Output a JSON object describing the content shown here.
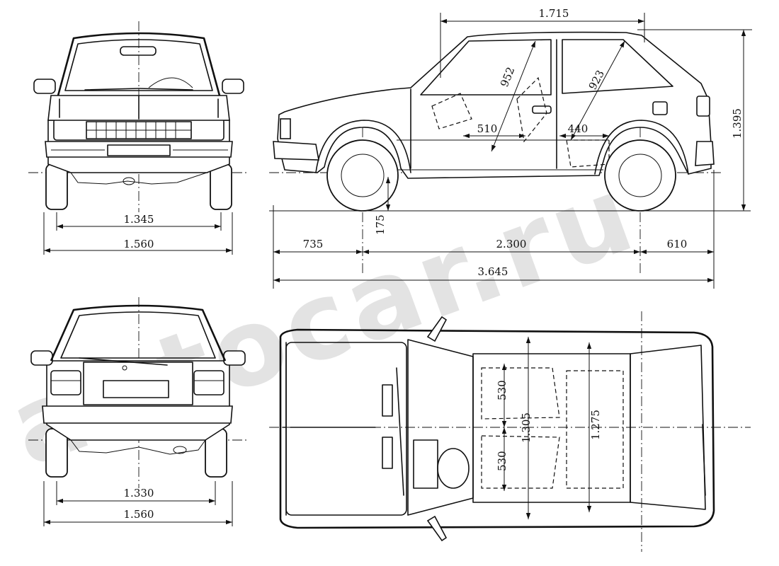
{
  "watermark": {
    "text": "autocar.ru",
    "color": "#c8c8c8"
  },
  "front_view": {
    "track_label": "1.345",
    "width_label": "1.560"
  },
  "rear_view": {
    "track_label": "1.330",
    "width_label": "1.560"
  },
  "side_view": {
    "roof_length_label": "1.715",
    "front_door_diag_label": "952",
    "rear_seat_diag_label": "923",
    "front_seat_depth_label": "510",
    "rear_seat_depth_label": "440",
    "height_label": "1.395",
    "ground_clearance_label": "175",
    "front_overhang_label": "735",
    "wheelbase_label": "2.300",
    "rear_overhang_label": "610",
    "overall_length_label": "3.645"
  },
  "top_view": {
    "front_seat_width_left_label": "530",
    "front_seat_width_right_label": "530",
    "front_cabin_width_label": "1.305",
    "rear_cabin_width_label": "1.275"
  }
}
